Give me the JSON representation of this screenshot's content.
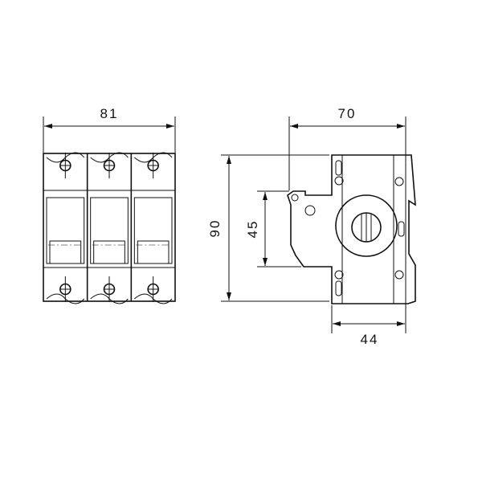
{
  "dimensions": {
    "width_front": "81",
    "depth_side": "70",
    "height": "90",
    "front_height": "45",
    "base_depth": "44"
  },
  "front_view": {
    "poles": 3
  }
}
